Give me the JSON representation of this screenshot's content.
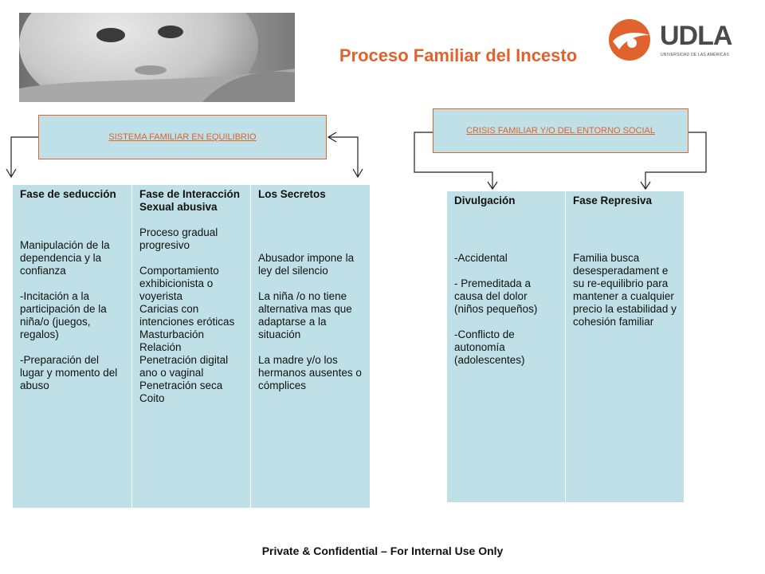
{
  "title": "Proceso Familiar del Incesto",
  "logo": {
    "name": "UDLA",
    "subtitle": "UNIVERSIDAD DE LAS AMÉRICAS",
    "icon": "udla-logo-icon"
  },
  "left": {
    "header": "SISTEMA FAMILIAR EN EQUILIBRIO",
    "columns": [
      {
        "heading": "Fase de seducción",
        "items": [
          "Manipulación de la dependencia y la confianza",
          "-Incitación a la participación de la niña/o (juegos, regalos)",
          "-Preparación del lugar y momento del abuso"
        ]
      },
      {
        "heading": "Fase de Interacción Sexual abusiva",
        "items": [
          "Proceso gradual progresivo",
          "Comportamiento exhibicionista o voyerista",
          "Caricias con intenciones eróticas",
          "Masturbación",
          "Relación",
          "Penetración digital ano o vaginal",
          "Penetración seca",
          "Coito"
        ]
      },
      {
        "heading": "Los Secretos",
        "items": [
          "Abusador impone la ley del silencio",
          "La niña /o no tiene alternativa mas que adaptarse a la situación",
          "La madre y/o los hermanos ausentes o cómplices"
        ]
      }
    ]
  },
  "right": {
    "header": "CRISIS FAMILIAR Y/O DEL ENTORNO  SOCIAL",
    "columns": [
      {
        "heading": "Divulgación",
        "items": [
          "-Accidental",
          "- Premeditada a causa del dolor (niños pequeños)",
          "-Conflicto de autonomía (adolescentes)"
        ]
      },
      {
        "heading": "Fase Represiva",
        "items": [
          "Familia busca desesperadament e su re-equilibrio para mantener a cualquier precio la estabilidad y cohesión familiar"
        ]
      }
    ]
  },
  "footer": "Private & Confidential – For Internal Use Only",
  "colors": {
    "accent": "#e0622c",
    "box": "#bfe0e6"
  }
}
